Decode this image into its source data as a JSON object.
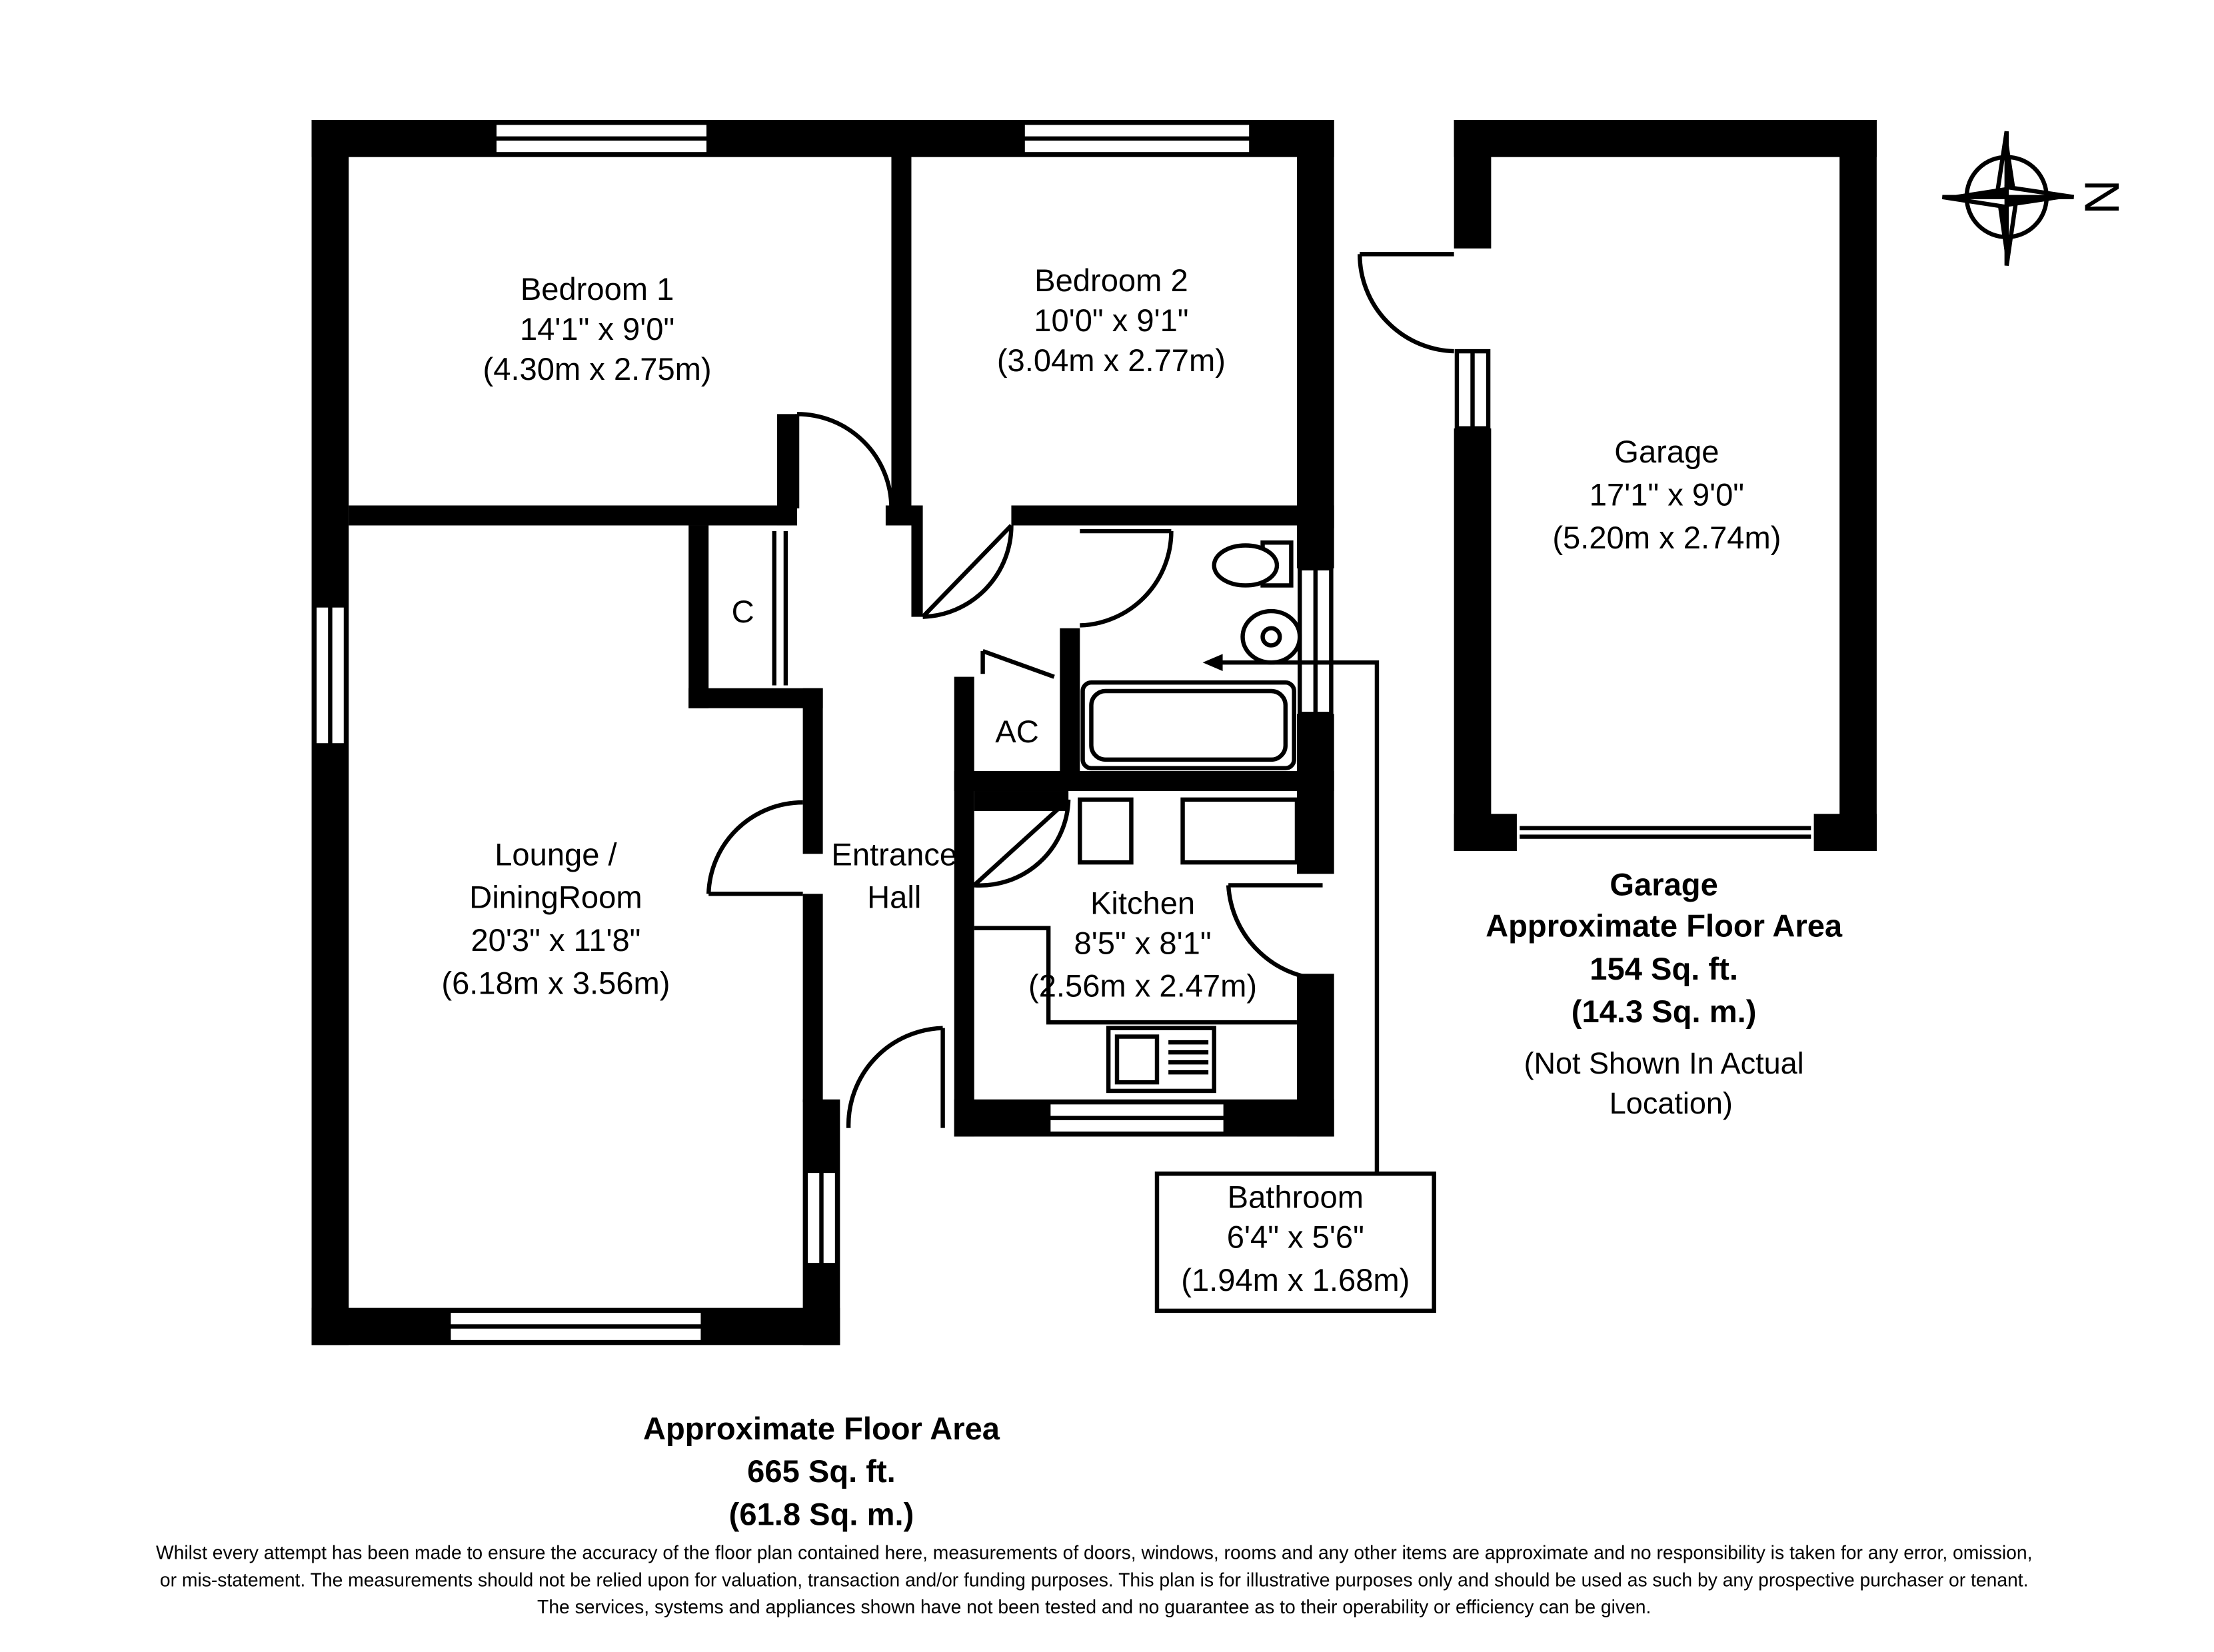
{
  "rooms": {
    "bedroom1": {
      "name": "Bedroom 1",
      "imperial": "14'1\" x 9'0\"",
      "metric": "(4.30m x 2.75m)"
    },
    "bedroom2": {
      "name": "Bedroom 2",
      "imperial": "10'0\" x 9'1\"",
      "metric": "(3.04m x 2.77m)"
    },
    "cupboard": {
      "name": "C"
    },
    "airing_cupboard": {
      "name": "AC"
    },
    "lounge": {
      "name_line1": "Lounge /",
      "name_line2": "DiningRoom",
      "imperial": "20'3\" x 11'8\"",
      "metric": "(6.18m x 3.56m)"
    },
    "hall": {
      "name_line1": "Entrance",
      "name_line2": "Hall"
    },
    "kitchen": {
      "name": "Kitchen",
      "imperial": "8'5\" x 8'1\"",
      "metric": "(2.56m x 2.47m)"
    },
    "bathroom": {
      "name": "Bathroom",
      "imperial": "6'4\" x 5'6\"",
      "metric": "(1.94m x 1.68m)"
    },
    "garage": {
      "name": "Garage",
      "imperial": "17'1\" x 9'0\"",
      "metric": "(5.20m x 2.74m)"
    }
  },
  "compass": {
    "label": "N"
  },
  "main_area": {
    "line1": "Approximate Floor Area",
    "line2": "665 Sq. ft.",
    "line3": "(61.8 Sq. m.)"
  },
  "garage_area": {
    "line1": "Garage",
    "line2": "Approximate Floor Area",
    "line3": "154 Sq. ft.",
    "line4": "(14.3 Sq. m.)",
    "note1": "(Not Shown In Actual",
    "note2": "Location)"
  },
  "disclaimer": {
    "line1": "Whilst every attempt has been made to ensure the accuracy of the floor plan contained here, measurements of doors, windows, rooms and any other items are approximate and no responsibility is taken for any error, omission,",
    "line2": "or mis-statement. The measurements should not be relied upon for valuation, transaction and/or funding purposes. This plan is for illustrative purposes only and should be used as such by any prospective purchaser or tenant.",
    "line3": "The services, systems and appliances shown have not been tested and no guarantee as to their operability or efficiency can be given."
  }
}
